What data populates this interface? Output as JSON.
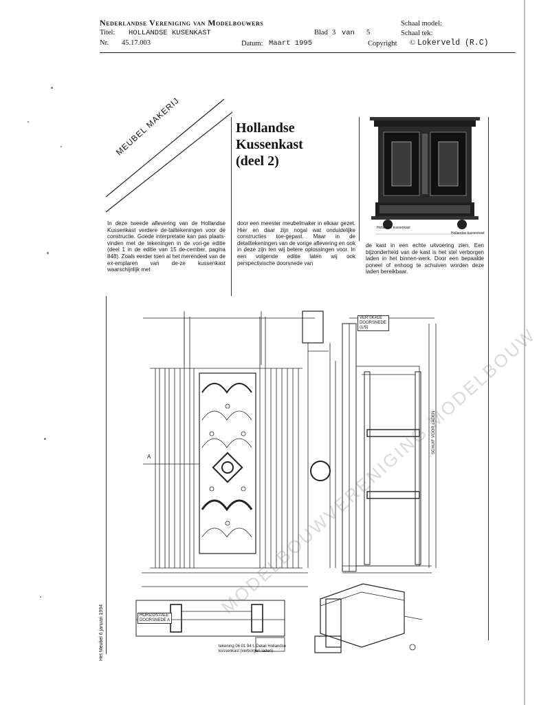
{
  "title_block": {
    "association": "Nederlandse Vereniging van Modelbouwers",
    "scale_model_label": "Schaal model:",
    "title_label": "Titel:",
    "title_value": "HOLLANDSE KUSENKAST",
    "sheet_label": "Blad",
    "sheet_number": "3",
    "sheet_of": "van",
    "sheet_total": "5",
    "scale_drawing_label": "Schaal tek:",
    "number_label": "Nr.",
    "number_value": "45.17.003",
    "date_label": "Datum:",
    "date_value": "Maart 1995",
    "copyright_label": "Copyright",
    "copyright_value": "Lokerveld (R.C)"
  },
  "article": {
    "banner": "MEUBEL MAKERIJ",
    "headline_lines": [
      "Hollandse",
      "Kussenkast",
      "(deel 2)"
    ],
    "photo_caption": "Hollandse kussenkast",
    "photo_credit": "Hollandse kussenkast",
    "col1": "In deze tweede aflevering van de Hollandse Kussenkast verdere de-tailtekeningen voor de constructie. Goede interpretatie kan pas plaats-vinden met de tekeningen in de vori-ge editie (deel 1 in de editie van 15 de-cember, pagina 848). Zoals eerder toen al het merendeel van de ex-emplaren van de-ze kussenkast waarschijnlijk met",
    "col2": "door een meester meubelmaker in elkaar gezet. Hier en daar zijn nogal wat onduidelijke constructies toe-gepast. Maar in de detailtekeningen van de vorige aflevering en ook in deze zijn ten wij betere oplossingen voor. In een volgende editie laten wij ook perspectivische doorsnede van",
    "col3": "de kast in een echte uitvoering zien. Een bijzonderheid van de kast is het stel verborgen laden in het binnen-werk. Door een bepaalde poneel of enhoog te schuiven worden deze laden bereikbaar.",
    "drawing_labels": {
      "section_top": "VERTIKALE DOORSNEDE (1/5)",
      "section_a": "HORIZONTALE DOORSNEDE A",
      "side_label": "SCHUIF VOOR LADEN",
      "dim_a": "A"
    },
    "side_caption": "Het Meubel 6 januari 1994",
    "figure_caption": "tekening 06 01 94 t. Detail Hollandse kussenkast (verborgen laden)",
    "watermark": "MODELBOUWVERENIGING MODELBOUW"
  }
}
